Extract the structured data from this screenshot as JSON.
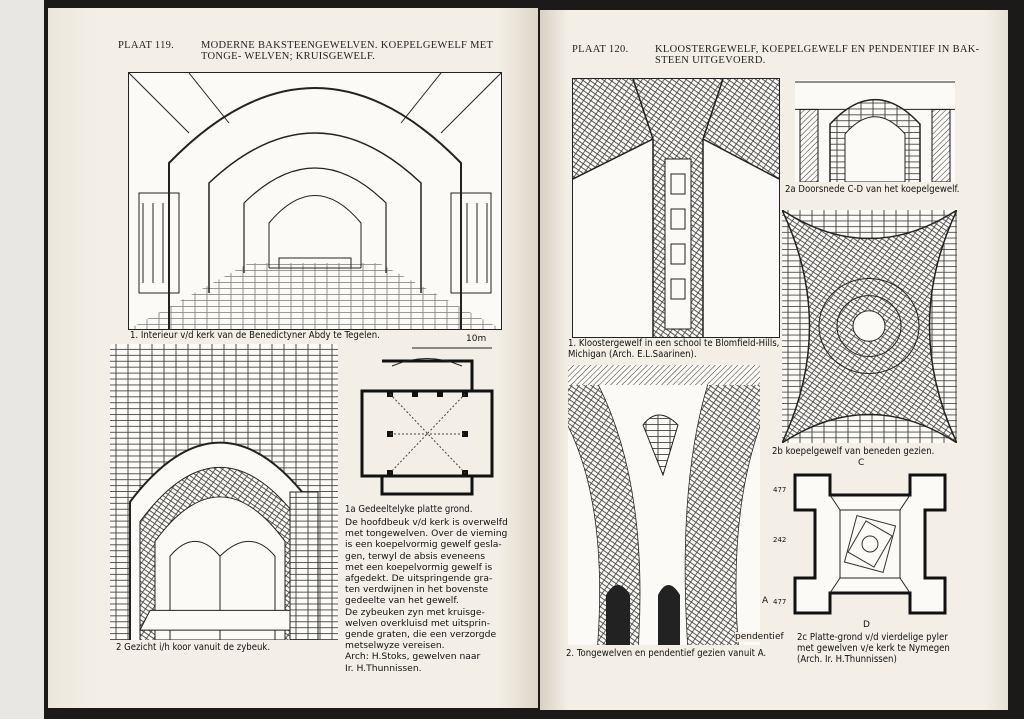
{
  "left_page": {
    "plate_number": "PLAAT 119.",
    "plate_title": "MODERNE BAKSTEENGEWELVEN. KOEPELGEWELF MET TONGE- WELVEN; KRUISGEWELF.",
    "fig1_caption": "1. Interieur v/d kerk van de Benedictyner Abdy te Tegelen.",
    "fig2_caption": "2 Gezicht i/h koor vanuit de zybeuk.",
    "plan_scale": "10m",
    "plan_caption": "1a Gedeeltelyke platte grond.",
    "plan_text": "De hoofdbeuk v/d kerk is overwelfd\nmet tongewelven. Over de vieming\nis een koepelvormig gewelf gesla-\ngen, terwyl de absis eveneens\nmet een koepelvormig gewelf is\nafgedekt. De uitspringende gra-\nten verdwijnen in het bovenste\ngedeelte van het gewelf.\nDe zybeuken zyn met kruisge-\nwelven overkluisd met uitsprin-\ngende graten, die een verzorgde\nmetselwyze vereisen.\nArch: H.Stoks, gewelven naar\nIr. H.Thunnissen."
  },
  "right_page": {
    "plate_number": "PLAAT 120.",
    "plate_title": "KLOOSTERGEWELF, KOEPELGEWELF EN PENDENTIEF IN BAK- STEEN UITGEVOERD.",
    "fig1_caption": "1. Kloostergewelf in een school te Blomfield-Hills, Michigan (Arch. E.L.Saarinen).",
    "fig2a_caption": "2a Doorsnede C-D van het koepelgewelf.",
    "fig2b_caption": "2b koepelgewelf van beneden gezien.",
    "fig2_caption": "2. Tongewelven en pendentief gezien vanuit A.",
    "pendentief_label": "pendentief",
    "point_a": "A",
    "point_c": "C",
    "point_d": "D",
    "dim_top": "477",
    "dim_mid": "242",
    "dim_bot": "477",
    "fig2c_caption": "2c Platte-grond v/d vierdelige pyler met gewelven v/e kerk te Nymegen (Arch. Ir. H.Thunnissen)"
  }
}
